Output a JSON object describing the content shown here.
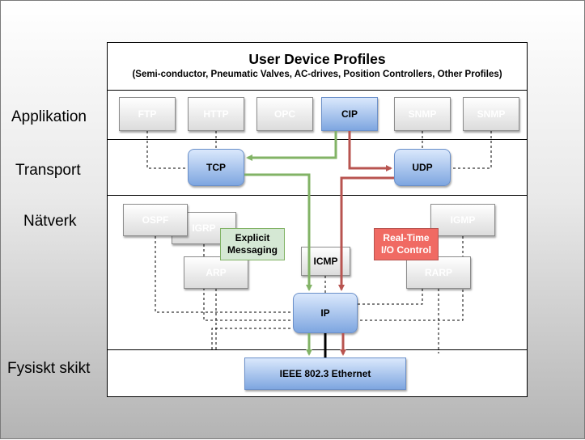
{
  "layers": {
    "application": "Applikation",
    "transport": "Transport",
    "network": "Nätverk",
    "physical": "Fysiskt skikt"
  },
  "header": {
    "title": "User Device Profiles",
    "subtitle": "(Semi-conductor, Pneumatic Valves, AC-drives, Position Controllers, Other Profiles)"
  },
  "application_protocols": [
    "FTP",
    "HTTP",
    "OPC",
    "CIP",
    "SNMP",
    "SNMP"
  ],
  "transport_protocols": {
    "tcp": "TCP",
    "udp": "UDP"
  },
  "network_protocols": {
    "ospf": "OSPF",
    "igrp": "IGRP",
    "arp": "ARP",
    "icmp": "ICMP",
    "igmp": "IGMP",
    "rarp": "RARP",
    "ip": "IP"
  },
  "annotations": {
    "explicit": "Explicit\nMessaging",
    "realtime": "Real-Time\nI/O Control"
  },
  "physical": {
    "ethernet": "IEEE 802.3 Ethernet"
  },
  "colors": {
    "explicit_path": "#82b366",
    "realtime_path": "#b85450",
    "highlight_blue": "#7ea6e0"
  }
}
